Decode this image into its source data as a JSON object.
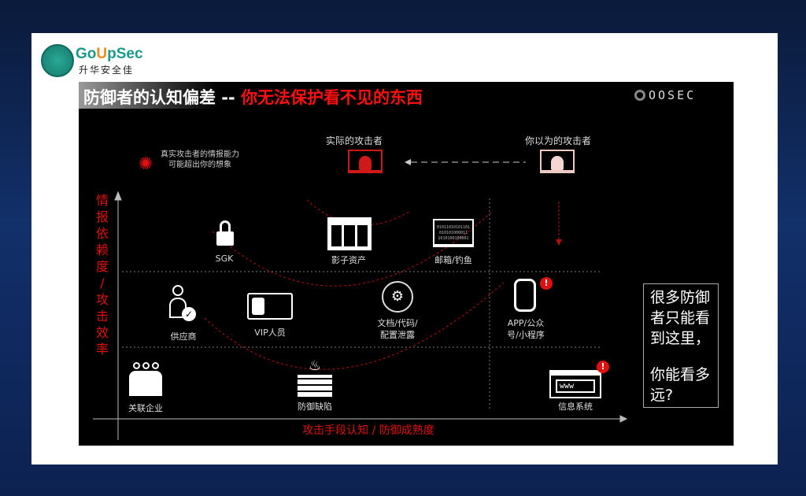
{
  "logo": {
    "name_prefix": "Go",
    "name_u": "U",
    "name_suffix": "pSec",
    "subtitle": "升华安全佳",
    "badge": "GoUpSec"
  },
  "slide": {
    "title_white": "防御者的认知偏差 --",
    "title_red": "你无法保护看不见的东西",
    "brand": "OOSEC",
    "note_line1": "真实攻击者的情报能力",
    "note_line2": "可能超出你的想象",
    "actual_attacker": "实际的攻击者",
    "perceived_attacker": "你以为的攻击者",
    "y_axis_label": [
      "情",
      "报",
      "依",
      "赖",
      "度",
      "/",
      "攻",
      "击",
      "效",
      "率"
    ],
    "x_axis_label": "攻击手段认知 / 防御成熟度",
    "binary": [
      "01011010101101",
      "010101000011",
      "1010100100001"
    ],
    "items": {
      "sgk": "SGK",
      "shadow": "影子资产",
      "mail": "邮箱/钓鱼",
      "supplier": "供应商",
      "vip": "VIP人员",
      "docs1": "文档/代码/",
      "docs2": "配置泄露",
      "app1": "APP/公众",
      "app2": "号/小程序",
      "affiliate": "关联企业",
      "firewall": "防御缺陷",
      "infosys": "信息系统",
      "www": "www"
    },
    "callout": [
      "很多防御",
      "者只能看",
      "到这里，",
      "",
      "你能看多",
      "远?"
    ]
  },
  "colors": {
    "red": "#e01010",
    "teal": "#1a9a8a"
  }
}
